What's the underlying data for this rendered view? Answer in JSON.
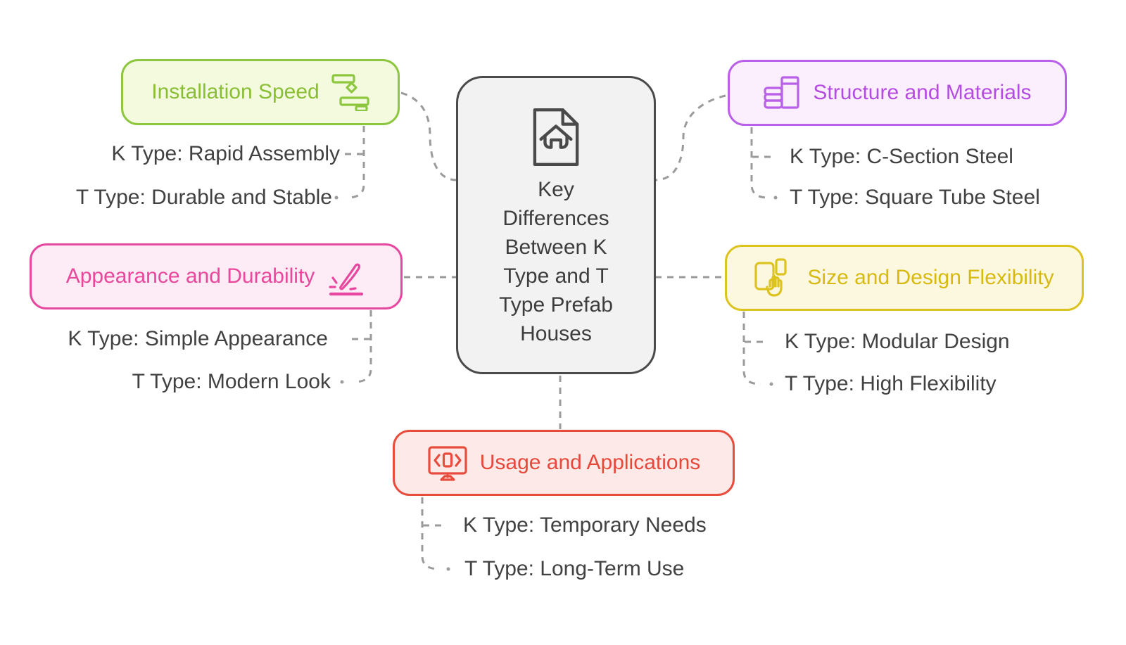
{
  "center": {
    "icon": "document-home-icon",
    "title": "Key Differences Between K Type and T Type Prefab Houses",
    "lines": [
      "Key",
      "Differences",
      "Between K",
      "Type and T",
      "Type Prefab",
      "Houses"
    ],
    "border_color": "#4a4a4a",
    "fill_color": "#f2f2f2",
    "text_color": "#3d3d3d"
  },
  "branches": [
    {
      "id": "installation-speed",
      "label": "Installation Speed",
      "icon": "gantt-chart-icon",
      "border_color": "#8dc63f",
      "fill_color": "#f4fade",
      "text_color": "#8abf35",
      "children": [
        "K Type: Rapid Assembly",
        "T Type: Durable and Stable"
      ]
    },
    {
      "id": "structure-and-materials",
      "label": "Structure and Materials",
      "icon": "books-icon",
      "border_color": "#ba5fe8",
      "fill_color": "#fbeffe",
      "text_color": "#b44ce0",
      "children": [
        "K Type: C-Section Steel",
        "T Type: Square Tube Steel"
      ]
    },
    {
      "id": "appearance-and-durability",
      "label": "Appearance and Durability",
      "icon": "paintbrush-icon",
      "border_color": "#e8479f",
      "fill_color": "#fdebf5",
      "text_color": "#e8479c",
      "children": [
        "K Type: Simple Appearance",
        "T Type: Modern Look"
      ]
    },
    {
      "id": "size-and-design-flexibility",
      "label": "Size and Design Flexibility",
      "icon": "devices-hand-icon",
      "border_color": "#ddc31f",
      "fill_color": "#fcf8e0",
      "text_color": "#d6ba10",
      "children": [
        "K Type: Modular Design",
        "T Type: High Flexibility"
      ]
    },
    {
      "id": "usage-and-applications",
      "label": "Usage and Applications",
      "icon": "monitor-code-icon",
      "border_color": "#e74c3c",
      "fill_color": "#fdeae8",
      "text_color": "#e6493b",
      "children": [
        "K Type: Temporary Needs",
        "T Type: Long-Term Use"
      ]
    }
  ],
  "connector_color": "#9b9b9b",
  "child_text_color": "#414141"
}
